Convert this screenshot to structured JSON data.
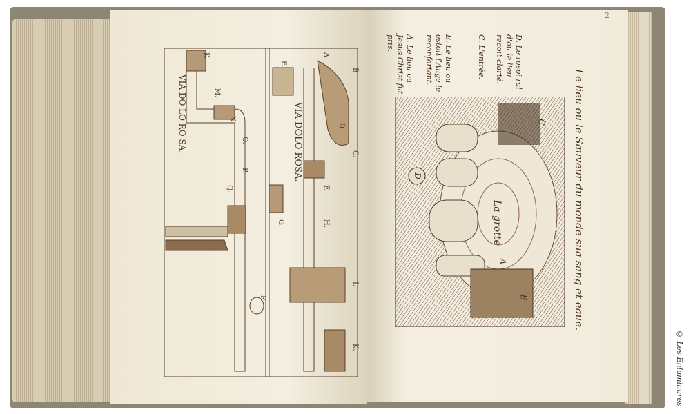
{
  "page_number": "2",
  "copyright": "© Les Enluminures",
  "right_page": {
    "legend": [
      "A. Le lieu ou Jesus Christ fut pris.",
      "B. Le lieu ou estoit l'Ange le reconfortant.",
      "C. L'entrée.",
      "D. Le rospi ral d'ou le lieu recoit clarté."
    ],
    "caption": "Le lieu ou le Sauveur du monde sua sang et eaue.",
    "grotto_label": "La grotte",
    "markers": [
      "A",
      "B",
      "C",
      "D"
    ]
  },
  "left_page": {
    "street_left": "VIA DO LO RO SA.",
    "street_right": "VIA DOLO ROSA.",
    "letters": [
      "K.",
      "M.",
      "N.",
      "O.",
      "P.",
      "Q.",
      "R",
      "A",
      "B",
      "C.",
      "D",
      "E",
      "F.",
      "G.",
      "H.",
      "I.",
      "K."
    ]
  }
}
